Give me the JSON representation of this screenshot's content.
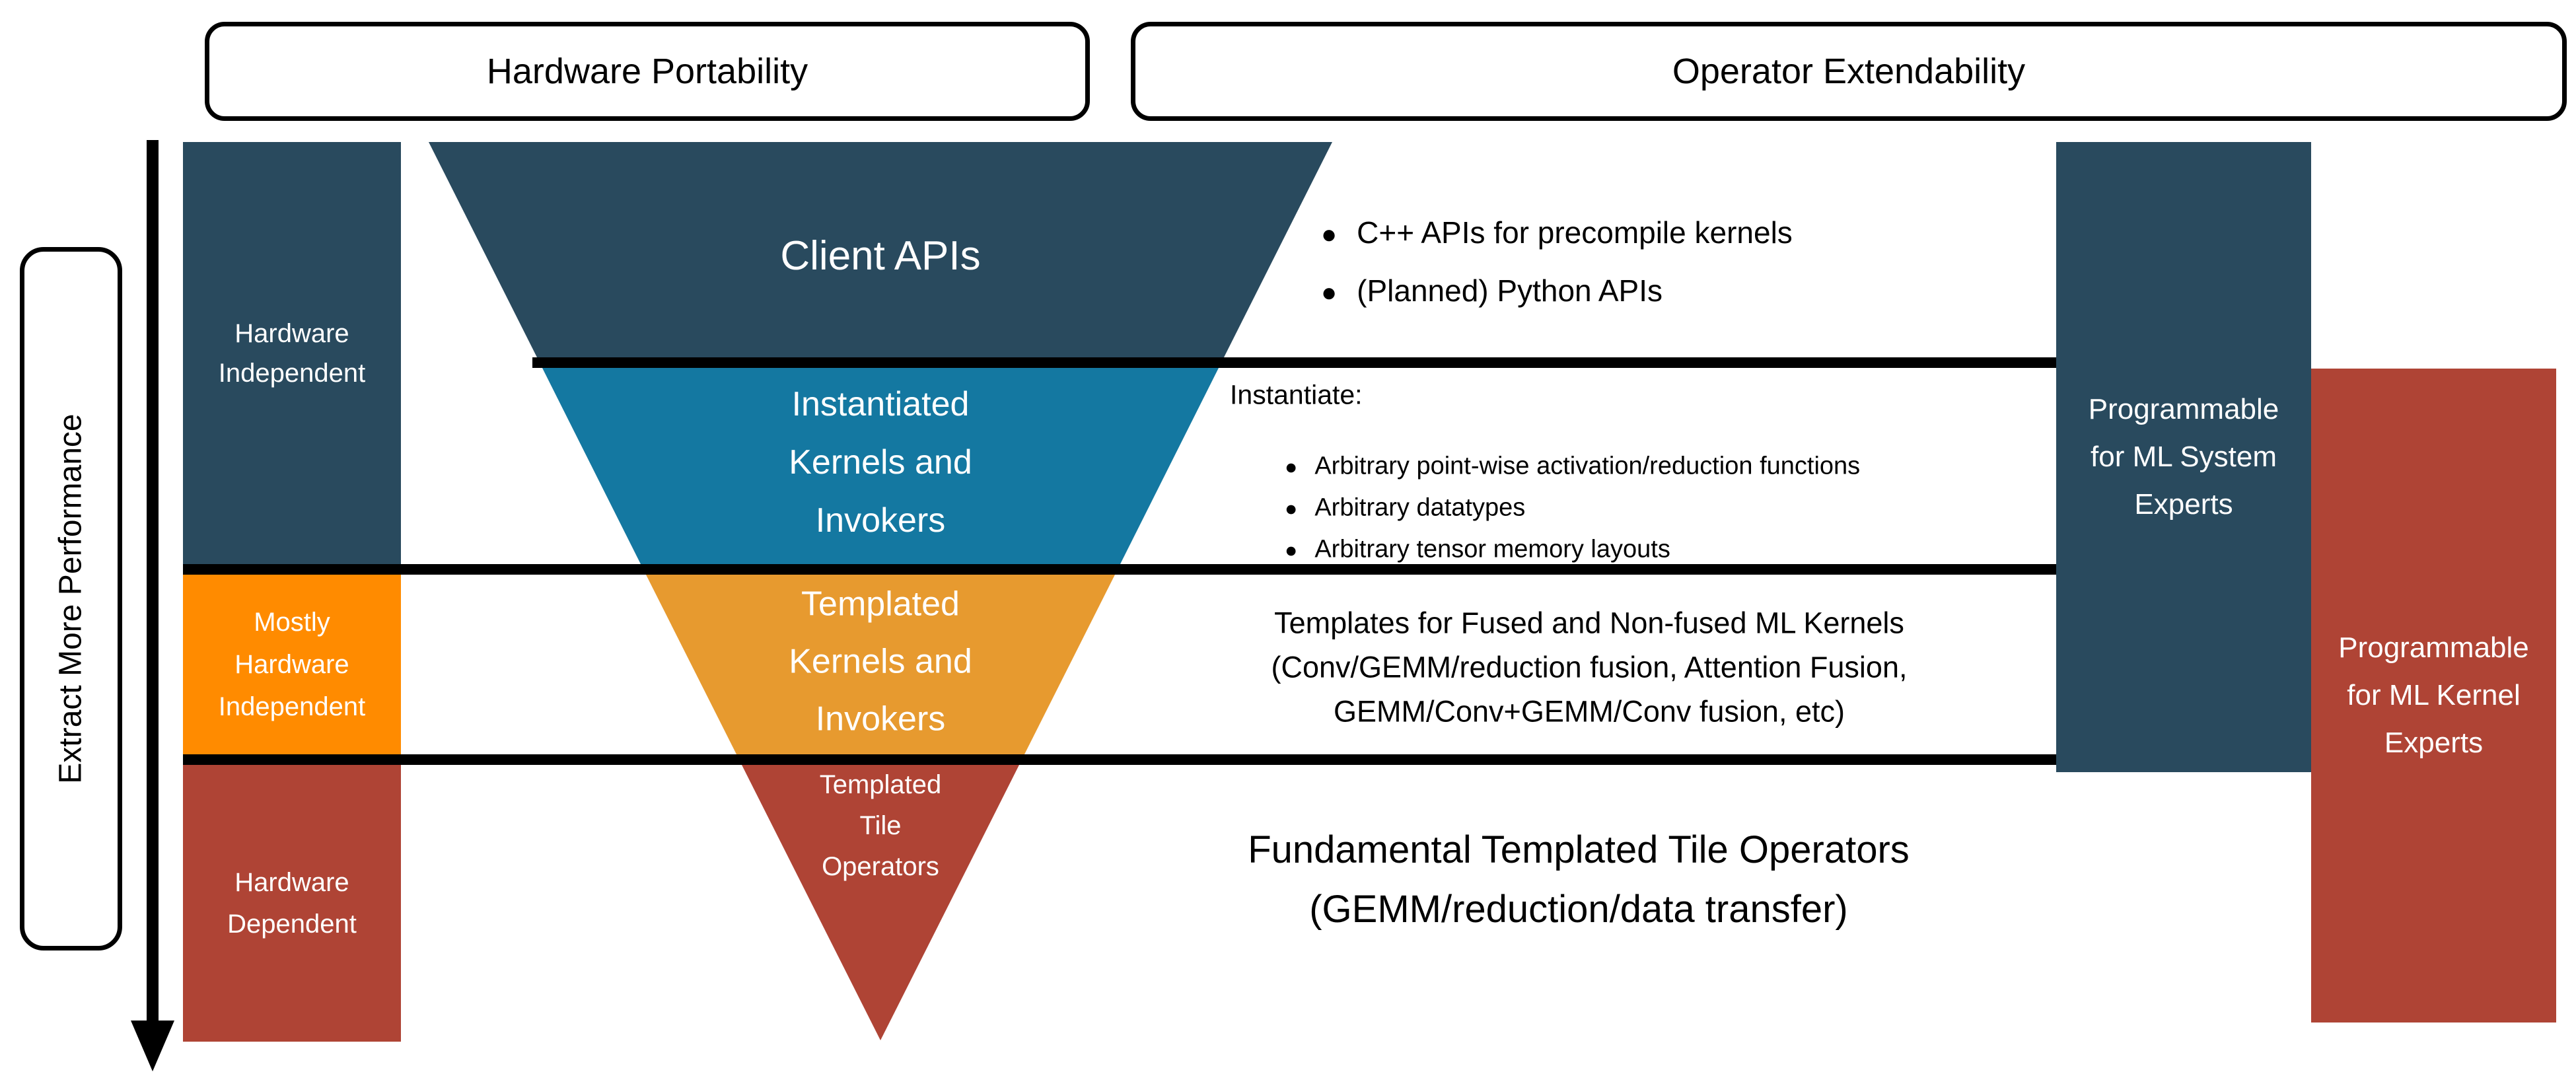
{
  "banners": {
    "hardware_portability": "Hardware Portability",
    "operator_extendability": "Operator Extendability"
  },
  "left_axis": {
    "label": "Extract More Performance"
  },
  "left_column": [
    {
      "label": "Hardware\nIndependent",
      "color": "#294A5E"
    },
    {
      "label": "Mostly\nHardware\nIndependent",
      "color": "#FF8B00"
    },
    {
      "label": "Hardware\nDependent",
      "color": "#AF4435"
    }
  ],
  "funnel": {
    "levels": [
      {
        "label": "Client APIs",
        "color": "#294A5E"
      },
      {
        "label": "Instantiated\nKernels and\nInvokers",
        "color": "#1478A1"
      },
      {
        "label": "Templated\nKernels and\nInvokers",
        "color": "#E79A2F"
      },
      {
        "label": "Templated\nTile\nOperators",
        "color": "#AF4435"
      }
    ]
  },
  "annotations": {
    "client_api_bullets": [
      "C++ APIs for precompile kernels",
      "(Planned) Python APIs"
    ],
    "instantiate": {
      "header": "Instantiate:",
      "bullets": [
        "Arbitrary point-wise activation/reduction functions",
        "Arbitrary datatypes",
        "Arbitrary tensor memory layouts"
      ]
    },
    "templates_text": "Templates for Fused and Non-fused ML Kernels\n(Conv/GEMM/reduction fusion, Attention Fusion,\nGEMM/Conv+GEMM/Conv fusion, etc)",
    "fundamental_text": "Fundamental Templated Tile Operators\n(GEMM/reduction/data transfer)"
  },
  "right_boxes": [
    {
      "label": "Programmable\nfor ML System\nExperts",
      "color": "#294A5E"
    },
    {
      "label": "Programmable\nfor ML Kernel\nExperts",
      "color": "#AF4435"
    }
  ],
  "glyphs": {
    "bullet": "●"
  },
  "colors": {
    "line": "#000000",
    "arrow": "#000000"
  }
}
